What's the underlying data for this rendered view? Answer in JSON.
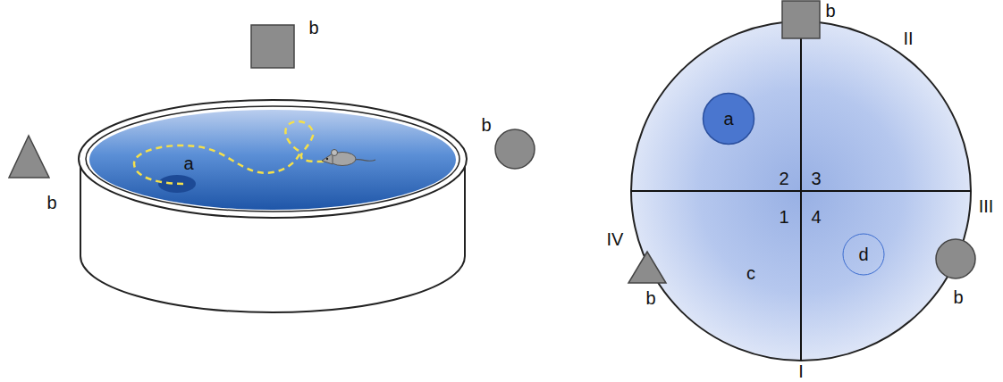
{
  "diagram": {
    "nodes": [
      {
        "text": [
          "a"
        ]
      },
      {
        "text": [
          "d"
        ]
      }
    ],
    "labels": [
      "a",
      "b",
      "b",
      "b",
      "b",
      "II",
      "III",
      "IV",
      "I",
      "2",
      "3",
      "1",
      "4",
      "c",
      "b",
      "b"
    ]
  }
}
